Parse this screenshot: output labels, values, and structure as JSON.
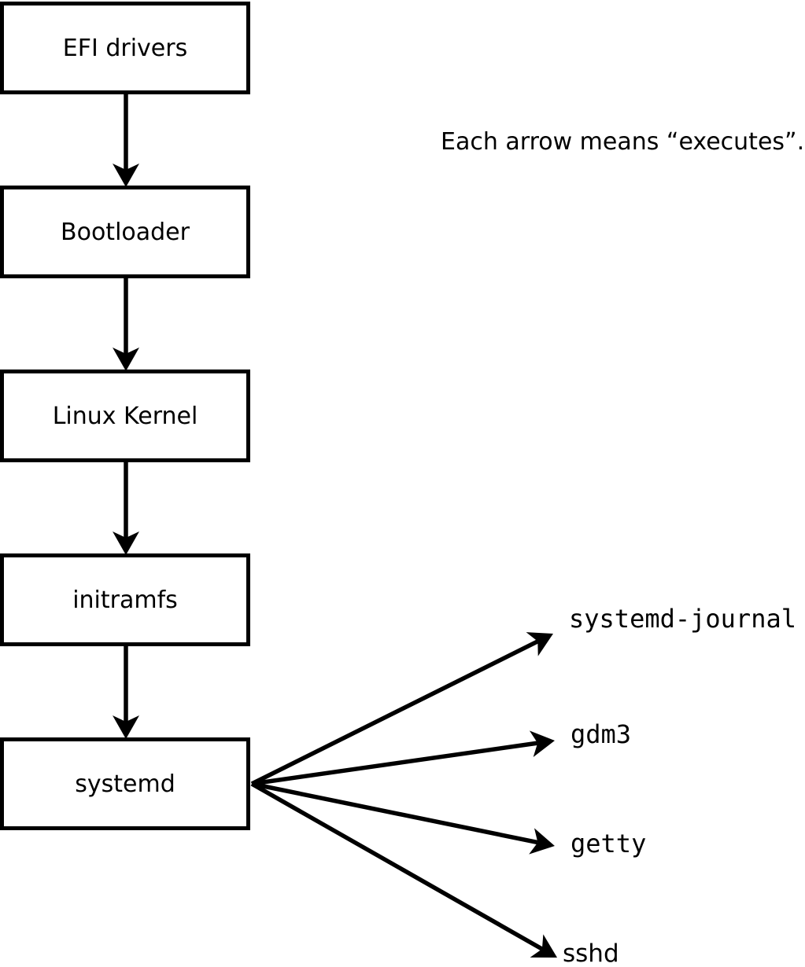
{
  "caption": "Each arrow means “executes”.",
  "edge_meaning": "executes",
  "chain": [
    {
      "id": "efi-drivers",
      "label": "EFI drivers"
    },
    {
      "id": "bootloader",
      "label": "Bootloader"
    },
    {
      "id": "linux-kernel",
      "label": "Linux Kernel"
    },
    {
      "id": "initramfs",
      "label": "initramfs"
    },
    {
      "id": "systemd",
      "label": "systemd"
    }
  ],
  "spawned": [
    {
      "id": "systemd-journal",
      "label": "systemd-journal"
    },
    {
      "id": "gdm3",
      "label": "gdm3"
    },
    {
      "id": "getty",
      "label": "getty"
    },
    {
      "id": "sshd",
      "label": "sshd"
    }
  ],
  "edges": [
    {
      "from": "EFI drivers",
      "to": "Bootloader"
    },
    {
      "from": "Bootloader",
      "to": "Linux Kernel"
    },
    {
      "from": "Linux Kernel",
      "to": "initramfs"
    },
    {
      "from": "initramfs",
      "to": "systemd"
    },
    {
      "from": "systemd",
      "to": "systemd-journal"
    },
    {
      "from": "systemd",
      "to": "gdm3"
    },
    {
      "from": "systemd",
      "to": "getty"
    },
    {
      "from": "systemd",
      "to": "sshd"
    }
  ],
  "colors": {
    "stroke": "#000000",
    "text": "#000000",
    "background": "#ffffff"
  }
}
